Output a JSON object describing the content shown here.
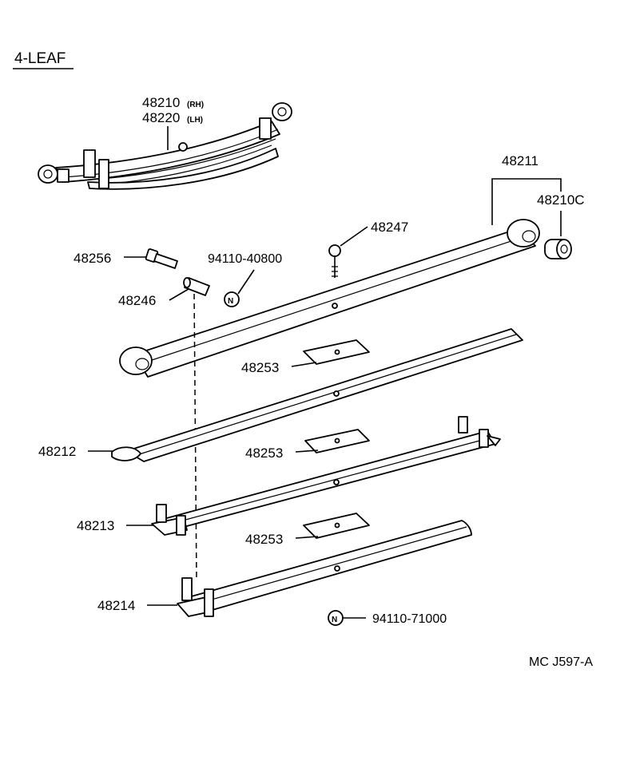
{
  "header": {
    "title": "4-LEAF"
  },
  "labels": {
    "assy_rh": "48210",
    "assy_rh_suffix": "(RH)",
    "assy_lh": "48220",
    "assy_lh_suffix": "(LH)",
    "leaf_no1": "48211",
    "bushing": "48210C",
    "clip_bolt": "48247",
    "center_bolt": "48256",
    "nut_ref": "94110-40800",
    "nut_symbol": "N",
    "spacer": "48246",
    "liner_1": "48253",
    "liner_2": "48253",
    "liner_3": "48253",
    "leaf_no2": "48212",
    "leaf_no3": "48213",
    "leaf_no4": "48214",
    "nut_ref_2": "94110-71000",
    "nut_symbol_2": "N"
  },
  "footer": {
    "code": "MC J597-A"
  }
}
